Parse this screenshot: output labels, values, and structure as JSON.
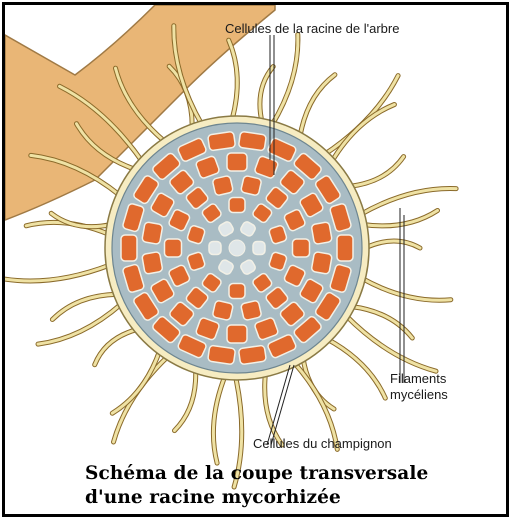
{
  "labels": {
    "root_cells": "Cellules de la racine de l'arbre",
    "mycelial_line1": "Filaments",
    "mycelial_line2": "mycéliens",
    "fungus_cells": "Cellules du champignon"
  },
  "caption": {
    "line1": "Schéma de la coupe transversale",
    "line2": "d'une racine mycorhizée"
  },
  "colors": {
    "root_stem": "#e9b676",
    "cell_orange": "#e0692d",
    "cell_wall": "#a9bcc4",
    "mantle": "#f6ecc2",
    "hypha": "#efe2a4",
    "hypha_outline": "#8a6a2a",
    "center_cells": "#dfe6e8"
  }
}
